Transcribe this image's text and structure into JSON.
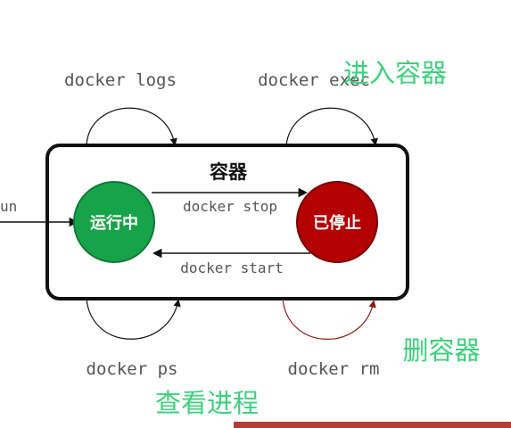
{
  "container": {
    "title": "容器"
  },
  "states": {
    "running": {
      "label": "运行中",
      "color": "#17a34a"
    },
    "stopped": {
      "label": "已停止",
      "color": "#b30000"
    }
  },
  "commands": {
    "run_partial": "un",
    "logs": "docker logs",
    "exec": "docker exec",
    "stop": "docker stop",
    "start": "docker start",
    "ps": "docker ps",
    "rm": "docker rm"
  },
  "notes": {
    "exec_note": "进入容器",
    "rm_note": "删容器",
    "ps_note": "查看进程"
  },
  "colors": {
    "note_green": "#3fd07d",
    "rm_arrow": "#8b1a1a"
  }
}
